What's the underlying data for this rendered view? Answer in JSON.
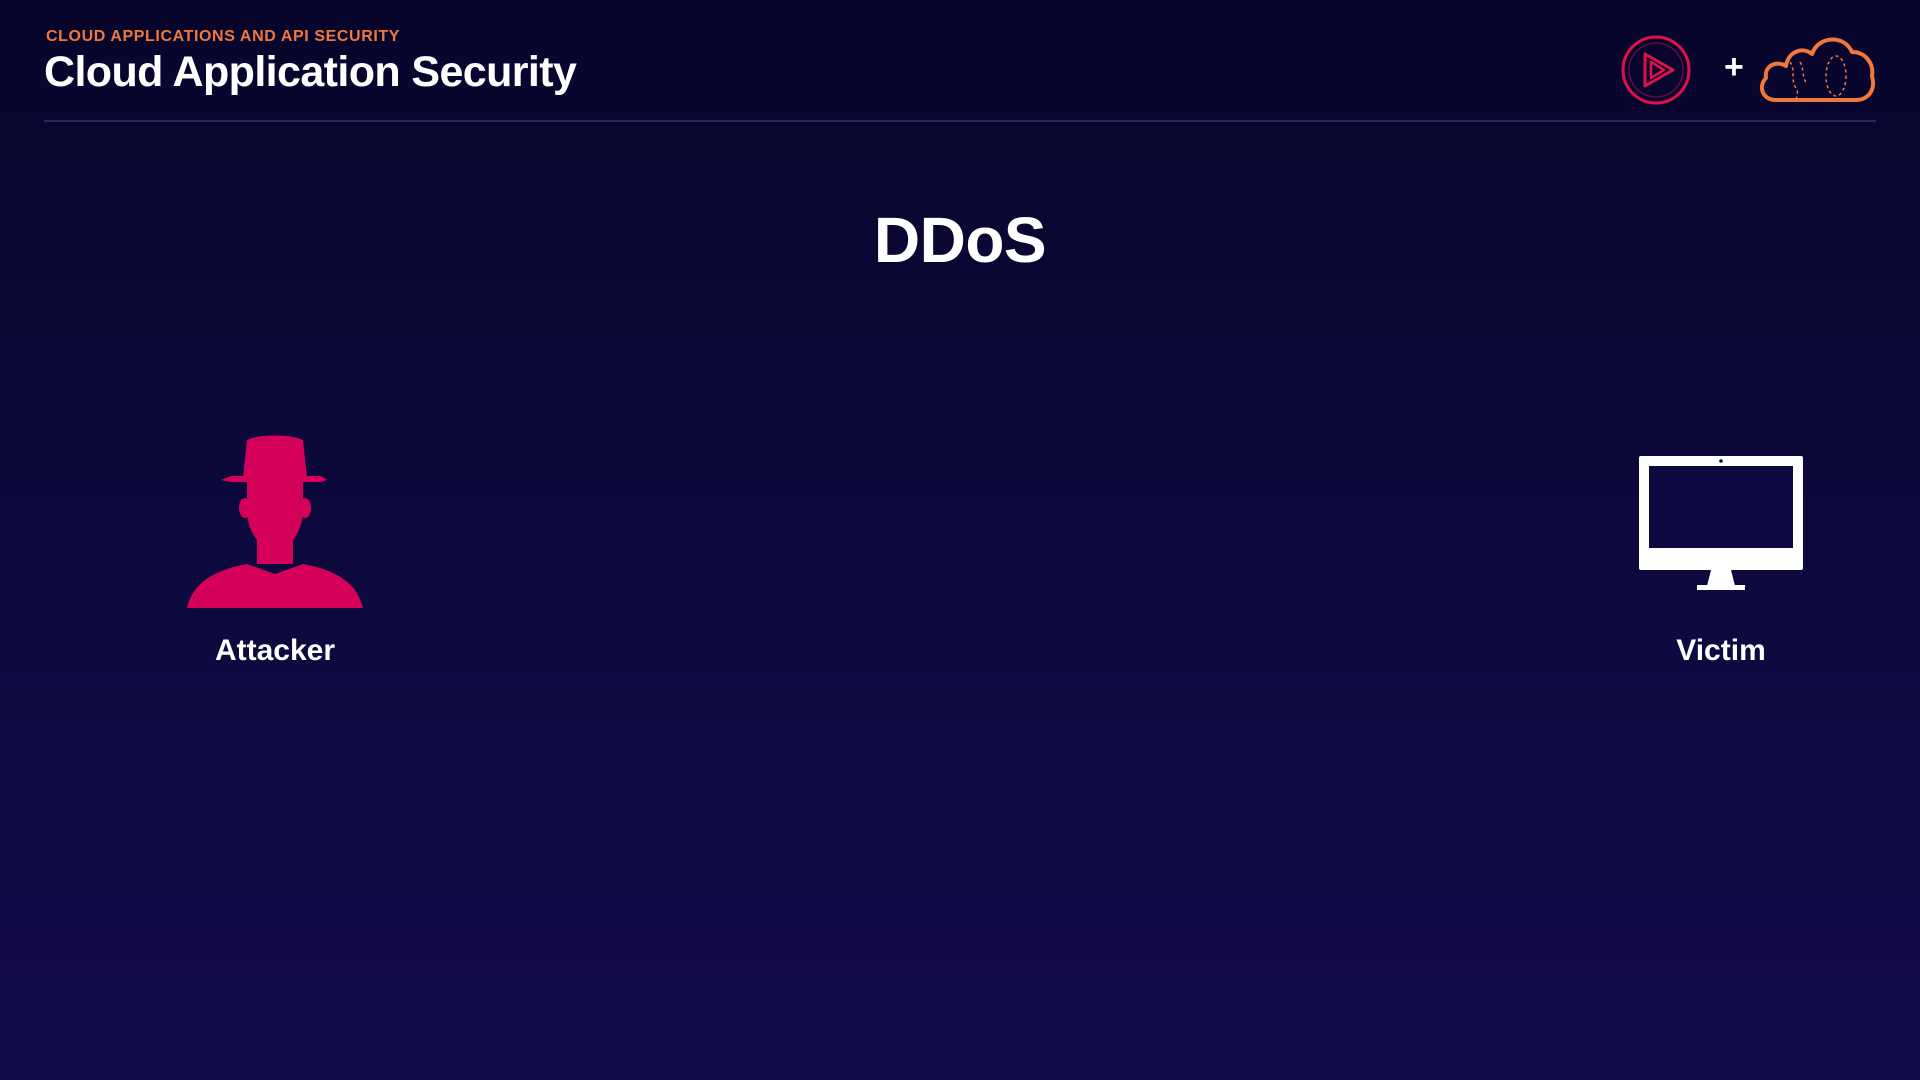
{
  "header": {
    "course_label": "CLOUD APPLICATIONS AND API SECURITY",
    "course_title": "Cloud Application Security",
    "logos": {
      "left_icon": "pluralsight-play-icon",
      "separator": "+",
      "right_icon": "cloud-icon"
    }
  },
  "slide": {
    "title": "DDoS"
  },
  "diagram": {
    "nodes": [
      {
        "id": "attacker",
        "label": "Attacker",
        "icon": "attacker-silhouette-icon"
      },
      {
        "id": "victim",
        "label": "Victim",
        "icon": "computer-monitor-icon"
      }
    ]
  },
  "colors": {
    "background_top": "#07052b",
    "background_bottom": "#120b4a",
    "accent_orange": "#f0783c",
    "attacker_pink": "#d4005a",
    "logo_pink": "#e0104a",
    "monitor_white": "#ffffff",
    "divider": "#2a2660"
  }
}
